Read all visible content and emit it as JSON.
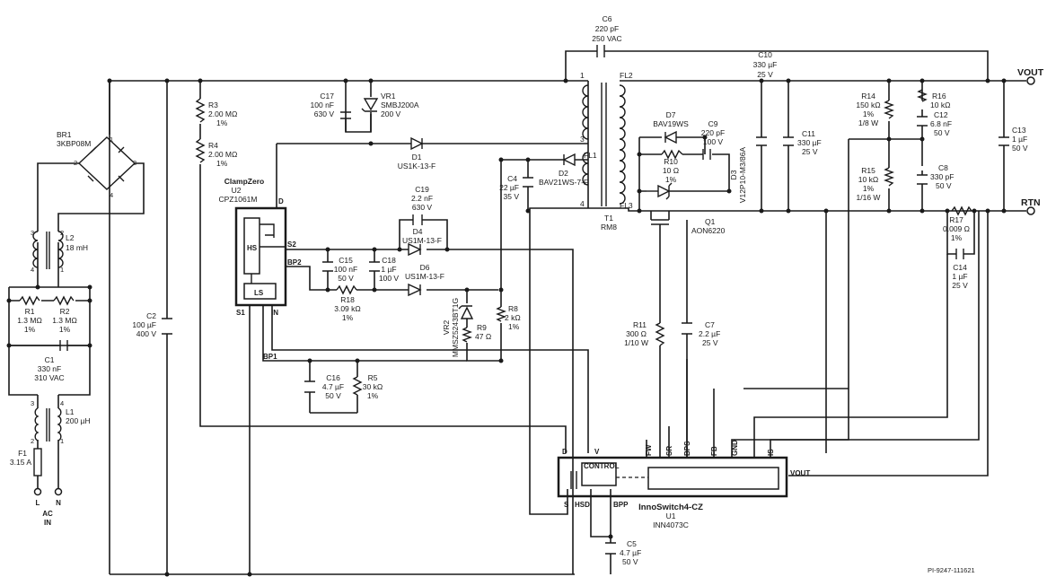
{
  "labels": {
    "c6": [
      "C6",
      "220 pF",
      "250 VAC"
    ],
    "c10": [
      "C10",
      "330 µF",
      "25 V"
    ],
    "br1": [
      "BR1",
      "3KBP08M"
    ],
    "c17": [
      "C17",
      "100 nF",
      "630 V"
    ],
    "vr1": [
      "VR1",
      "SMBJ200A",
      "200 V"
    ],
    "r3": [
      "R3",
      "2.00 MΩ",
      "1%"
    ],
    "r4": [
      "R4",
      "2.00 MΩ",
      "1%"
    ],
    "clamp": [
      "ClampZero",
      "U2",
      "CPZ1061M"
    ],
    "d1": [
      "D1",
      "US1K-13-F"
    ],
    "l2": [
      "L2",
      "18 mH"
    ],
    "r1": [
      "R1",
      "1.3 MΩ",
      "1%"
    ],
    "r2": [
      "R2",
      "1.3 MΩ",
      "1%"
    ],
    "c1": [
      "C1",
      "330 nF",
      "310 VAC"
    ],
    "l1": [
      "L1",
      "200 µH"
    ],
    "f1": [
      "F1",
      "3.15 A"
    ],
    "ac": [
      "AC",
      "IN"
    ],
    "c2": [
      "C2",
      "100 µF",
      "400 V"
    ],
    "c19": [
      "C19",
      "2.2 nF",
      "630 V"
    ],
    "d4": [
      "D4",
      "US1M-13-F"
    ],
    "c15": [
      "C15",
      "100 nF",
      "50 V"
    ],
    "c18": [
      "C18",
      "1 µF",
      "100 V"
    ],
    "d6": [
      "D6",
      "US1M-13-F"
    ],
    "r18": [
      "R18",
      "3.09 kΩ",
      "1%"
    ],
    "c4": [
      "C4",
      "22 µF",
      "35 V"
    ],
    "d2": [
      "D2",
      "BAV21WS-7-F"
    ],
    "vr2": [
      "VR2",
      "MMSZ5243BT1G"
    ],
    "r9": [
      "R9",
      "47 Ω"
    ],
    "r8": [
      "R8",
      "2 kΩ",
      "1%"
    ],
    "c16": [
      "C16",
      "4.7 µF",
      "50 V"
    ],
    "r5": [
      "R5",
      "30 kΩ",
      "1%"
    ],
    "t1": [
      "T1",
      "RM8"
    ],
    "d7": [
      "D7",
      "BAV19WS"
    ],
    "c9": [
      "C9",
      "220 pF",
      "100 V"
    ],
    "r10": [
      "R10",
      "10 Ω",
      "1%"
    ],
    "d3": [
      "D3",
      "V12P10-M3/86A"
    ],
    "q1": [
      "Q1",
      "AON6220"
    ],
    "c11": [
      "C11",
      "330 µF",
      "25 V"
    ],
    "r14": [
      "R14",
      "150 kΩ",
      "1%",
      "1/8 W"
    ],
    "r16": [
      "R16",
      "10 kΩ"
    ],
    "c12": [
      "C12",
      "6.8 nF",
      "50 V"
    ],
    "r15": [
      "R15",
      "10 kΩ",
      "1%",
      "1/16 W"
    ],
    "c8": [
      "C8",
      "330 pF",
      "50 V"
    ],
    "c13": [
      "C13",
      "1 µF",
      "50 V"
    ],
    "r17": [
      "R17",
      "0.009 Ω",
      "1%"
    ],
    "c14": [
      "C14",
      "1 µF",
      "25 V"
    ],
    "r11": [
      "R11",
      "300 Ω",
      "1/10 W"
    ],
    "c7": [
      "C7",
      "2.2 µF",
      "25 V"
    ],
    "u1": [
      "InnoSwitch4-CZ",
      "U1",
      "INN4073C"
    ],
    "c5": [
      "C5",
      "4.7 µF",
      "50 V"
    ]
  },
  "nodes": {
    "vout": "VOUT",
    "rtn": "RTN",
    "ac_l": "L",
    "ac_n": "N"
  },
  "pins": {
    "u2": {
      "d": "D",
      "s2": "S2",
      "bp2": "BP2",
      "s1": "S1",
      "in": "IN",
      "bp1": "BP1",
      "hs": "HS",
      "ls": "LS"
    },
    "t1": {
      "p1": "1",
      "p3": "3",
      "p4": "4",
      "fl1": "FL1",
      "fl2": "FL2",
      "fl3": "FL3"
    },
    "u1": {
      "d": "D",
      "v": "V",
      "fw": "FW",
      "sr": "SR",
      "bps": "BPS",
      "fb": "FB",
      "gnd": "GND",
      "is": "IS",
      "s": "S",
      "hsd": "HSD",
      "bpp": "BPP",
      "vout": "VOUT",
      "control": "CONTROL"
    },
    "br1": [
      "1",
      "2",
      "3",
      "4"
    ],
    "l2": [
      "3",
      "2",
      "4",
      "1"
    ],
    "l1": [
      "3",
      "4",
      "2",
      "1"
    ]
  },
  "doc_id": "PI-9247-111621"
}
